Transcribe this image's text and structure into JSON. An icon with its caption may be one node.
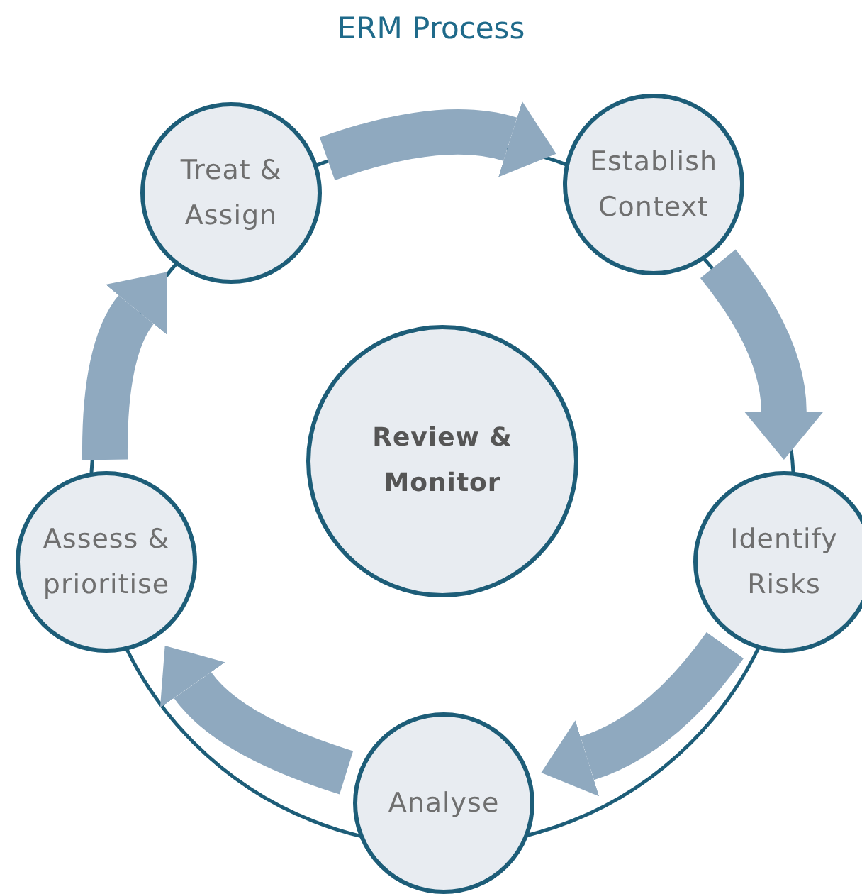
{
  "diagram": {
    "title": "ERM Process",
    "nodes": [
      {
        "text": [
          "Establish Context"
        ]
      },
      {
        "text": [
          "Identify Risks"
        ]
      },
      {
        "text": [
          "Analyse"
        ]
      },
      {
        "text": [
          "Assess & prioritise"
        ]
      },
      {
        "text": [
          "Treat & Assign"
        ]
      },
      {
        "text": [
          "Review & Monitor"
        ]
      }
    ],
    "edges": [
      {
        "from": 0,
        "to": 1,
        "arrow": "to"
      },
      {
        "from": 1,
        "to": 2,
        "arrow": "to"
      },
      {
        "from": 2,
        "to": 3,
        "arrow": "to"
      },
      {
        "from": 3,
        "to": 4,
        "arrow": "to"
      },
      {
        "from": 4,
        "to": 0,
        "arrow": "to"
      }
    ]
  }
}
